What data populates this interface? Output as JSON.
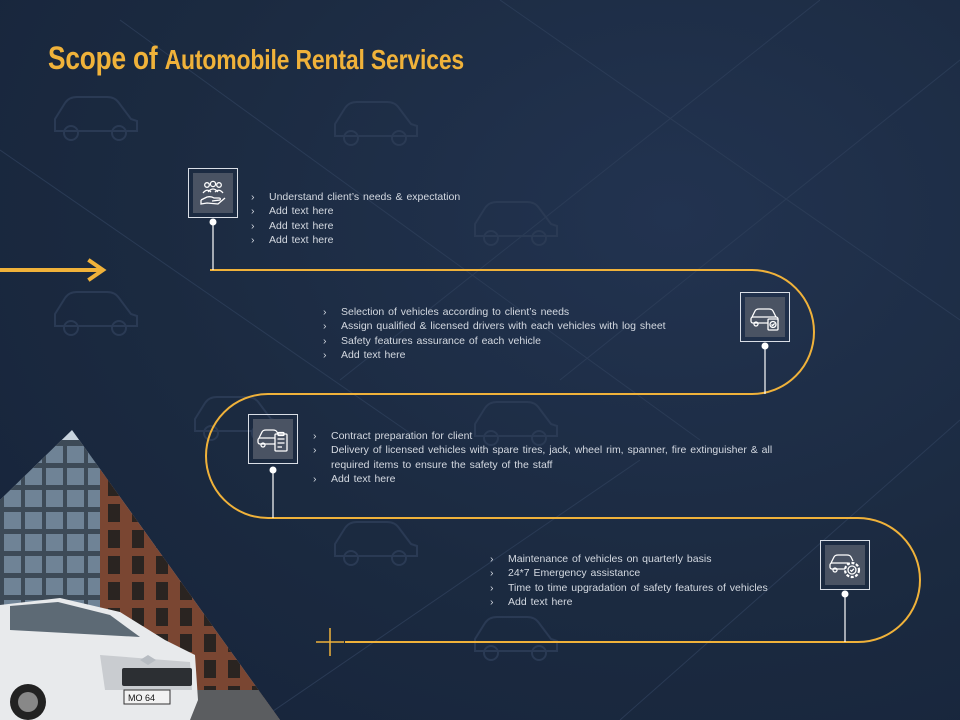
{
  "slide": {
    "title_part1": "Scope of",
    "title_part2": "Automobile Rental Services",
    "accent_color": "#f0b23a",
    "background_color": "#1b2a40",
    "text_color": "#d4d9e1"
  },
  "steps": [
    {
      "icon": "customer-service-hand-icon",
      "bullets": [
        "Understand client’s  needs & expectation",
        "Add text here",
        "Add text here",
        "Add text here"
      ]
    },
    {
      "icon": "car-check-icon",
      "bullets": [
        "Selection of vehicles according to client’s needs",
        "Assign qualified  & licensed drivers with each vehicles with log sheet",
        "Safety features assurance  of each vehicle",
        "Add text here"
      ]
    },
    {
      "icon": "car-clipboard-icon",
      "bullets": [
        "Contract preparation  for client",
        "Delivery of licensed vehicles with spare tires, jack, wheel rim, spanner, fire extinguisher & all required items to ensure the safety of the staff",
        "Add text here"
      ]
    },
    {
      "icon": "car-gear-icon",
      "bullets": [
        "Maintenance  of vehicles on quarterly basis",
        "24*7 Emergency assistance",
        "Time to time upgradation of safety features of vehicles",
        "Add text here"
      ]
    }
  ],
  "photo": {
    "plate_text": "MO 64"
  }
}
